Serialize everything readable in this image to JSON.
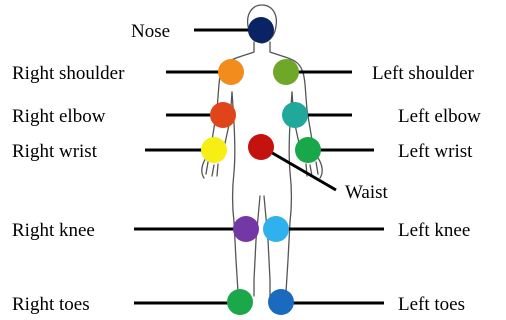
{
  "labels": {
    "nose": "Nose",
    "right_shoulder": "Right shoulder",
    "left_shoulder": "Left shoulder",
    "right_elbow": "Right elbow",
    "left_elbow": "Left elbow",
    "right_wrist": "Right wrist",
    "left_wrist": "Left wrist",
    "waist": "Waist",
    "right_knee": "Right knee",
    "left_knee": "Left knee",
    "right_toes": "Right toes",
    "left_toes": "Left toes"
  },
  "colors": {
    "nose": "#0a2463",
    "right_shoulder": "#f28c1c",
    "left_shoulder": "#6fa829",
    "right_elbow": "#e0451a",
    "left_elbow": "#20a89a",
    "right_wrist": "#f6ee14",
    "left_wrist": "#18a84a",
    "waist": "#c4120f",
    "right_knee": "#7438a6",
    "left_knee": "#2eb1ec",
    "right_toes": "#1aa84a",
    "left_toes": "#1a6bbf"
  }
}
